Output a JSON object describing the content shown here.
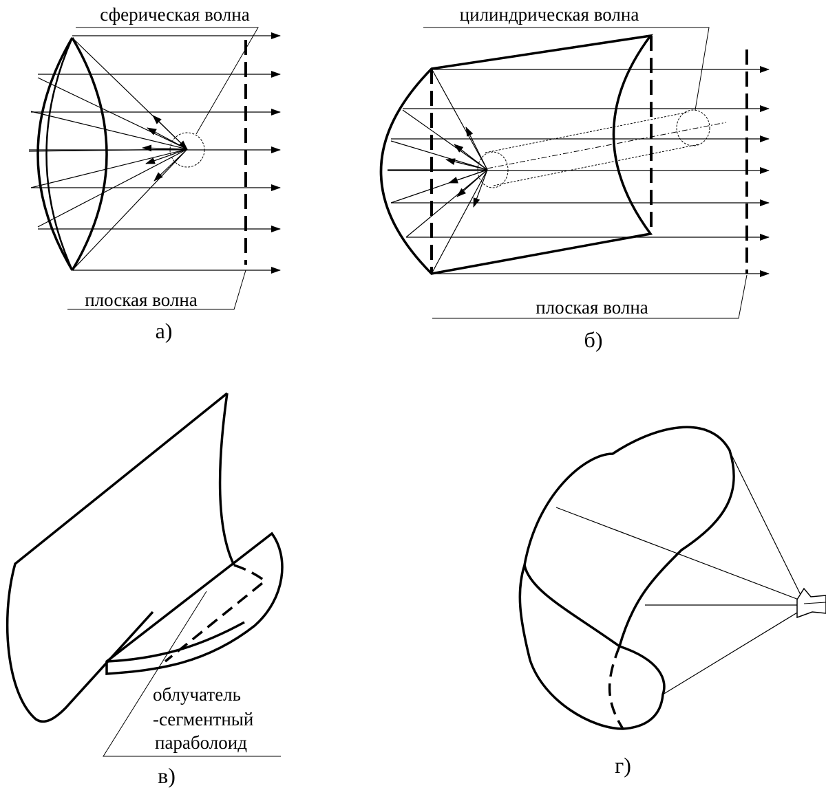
{
  "panel_a": {
    "label_spherical": "сферическая волна",
    "label_plane": "плоская волна",
    "caption": "а)"
  },
  "panel_b": {
    "label_cylindrical": "цилиндрическая волна",
    "label_plane": "плоская волна",
    "caption": "б)"
  },
  "panel_c": {
    "label_line1": "облучатель",
    "label_line2": "-сегментный",
    "label_line3": "параболоид",
    "caption": "в)"
  },
  "panel_d": {
    "caption": "г)"
  },
  "colors": {
    "stroke": "#000000",
    "background": "#ffffff"
  }
}
